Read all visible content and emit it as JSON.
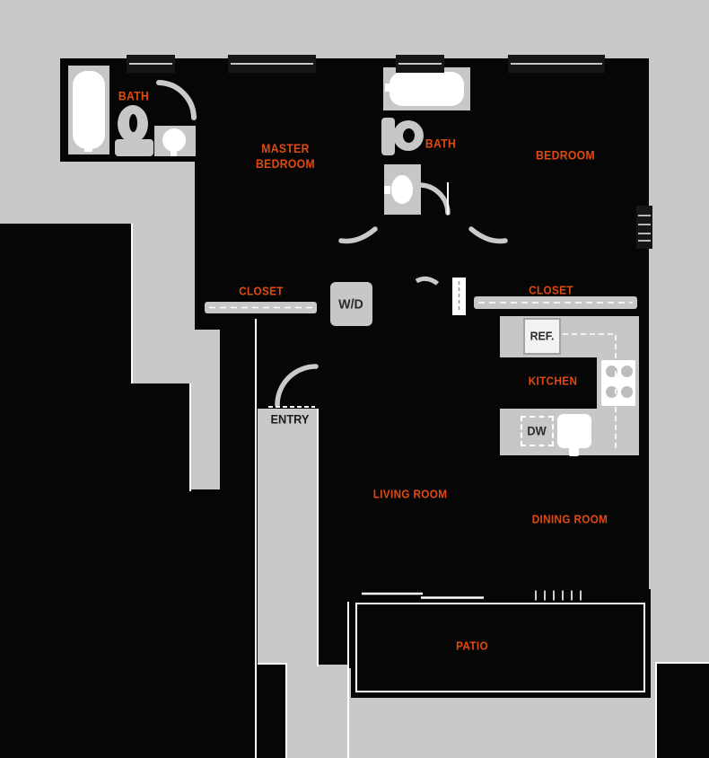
{
  "palette": {
    "background_gray": "#c8c9ca",
    "wall_black": "#060606",
    "fixture_gray": "#c6c7c8",
    "label_orange": "#e04a10",
    "dark_text": "#2a2a2a",
    "white": "#ffffff"
  },
  "labels": {
    "bath_1": "BATH",
    "master_bedroom_line1": "MASTER",
    "master_bedroom_line2": "BEDROOM",
    "bath_2": "BATH",
    "bedroom": "BEDROOM",
    "closet_master": "CLOSET",
    "closet_bedroom": "CLOSET",
    "washer_dryer": "W/D",
    "entry": "ENTRY",
    "kitchen": "KITCHEN",
    "refrigerator": "REF.",
    "dishwasher": "DW",
    "living_room": "LIVING ROOM",
    "dining_room": "DINING ROOM",
    "patio": "PATIO"
  }
}
